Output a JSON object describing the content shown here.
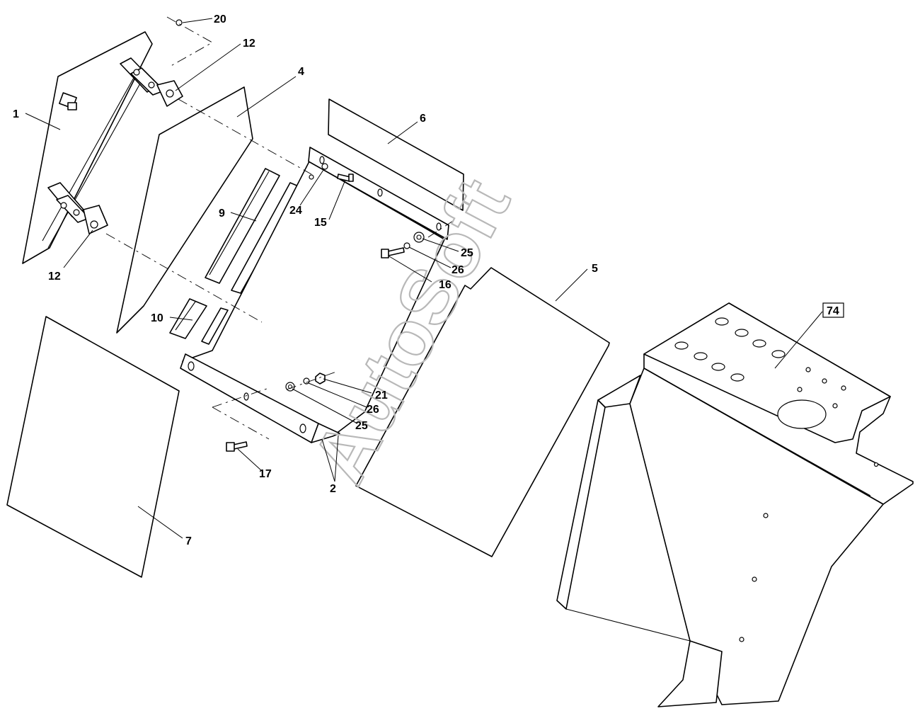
{
  "watermark": "AutoSoft",
  "callouts": {
    "c1": "1",
    "c2": "2",
    "c4": "4",
    "c5": "5",
    "c6": "6",
    "c7": "7",
    "c9": "9",
    "c10": "10",
    "c12a": "12",
    "c12b": "12",
    "c15": "15",
    "c16": "16",
    "c17": "17",
    "c20": "20",
    "c21": "21",
    "c24": "24",
    "c25a": "25",
    "c25b": "25",
    "c26a": "26",
    "c26b": "26",
    "c74": "74"
  }
}
